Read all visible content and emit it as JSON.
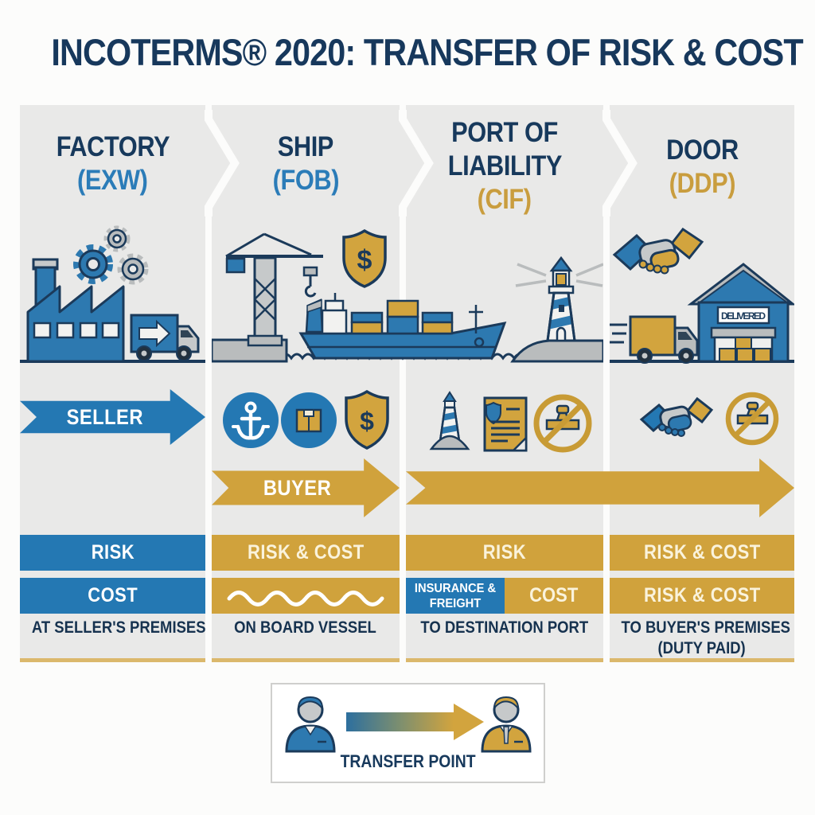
{
  "title": {
    "part1": "INCOTERMS® 2020:",
    "part2": " TRANSFER OF RISK & COST"
  },
  "glyphs": {
    "dollar": "$"
  },
  "colors": {
    "blue": "#2478b3",
    "gold": "#d0a23c",
    "navy": "#1b3a5a",
    "panel": "#e9e9e8",
    "cream": "#faf3dc"
  },
  "delivered_sign": "DELIVERED",
  "columns": [
    {
      "name": "FACTORY",
      "code": "(EXW)",
      "code_color": "blue",
      "scene_icons": [
        "factory-icon",
        "gears-icon",
        "cargo-truck-icon"
      ],
      "arrow": {
        "label": "SELLER",
        "color": "blue"
      },
      "bars": [
        {
          "label": "RISK",
          "style": "blue"
        },
        {
          "label": "COST",
          "style": "blue"
        }
      ],
      "caption": "AT SELLER'S PREMISES"
    },
    {
      "name": "SHIP",
      "code": "(FOB)",
      "code_color": "blue",
      "scene_icons": [
        "harbor-crane-icon",
        "dollar-shield-icon",
        "cargo-ship-icon",
        "water-waves-icon"
      ],
      "mid_icons": [
        "anchor-icon",
        "package-icon",
        "dollar-shield-icon"
      ],
      "arrow": {
        "label": "BUYER",
        "color": "gold"
      },
      "bars": [
        {
          "label": "RISK & COST",
          "style": "gold"
        },
        {
          "label": "",
          "style": "gold",
          "wavy": true
        }
      ],
      "caption": "ON BOARD VESSEL"
    },
    {
      "name": "PORT OF",
      "name2": "LIABILITY",
      "code": "(CIF)",
      "code_color": "gold",
      "scene_icons": [
        "cargo-ship-icon",
        "lighthouse-icon",
        "headland-icon"
      ],
      "mid_icons": [
        "lighthouse-icon",
        "insurance-document-icon",
        "no-stamp-icon"
      ],
      "arrow": {
        "label": "",
        "color": "gold"
      },
      "bars": [
        {
          "label": "RISK",
          "style": "gold"
        },
        {
          "split": [
            {
              "label": "INSURANCE & FREIGHT",
              "style": "blue"
            },
            {
              "label": "COST",
              "style": "gold"
            }
          ]
        }
      ],
      "caption": "TO DESTINATION PORT"
    },
    {
      "name": "DOOR",
      "code": "(DDP)",
      "code_color": "gold",
      "scene_icons": [
        "handshake-icon",
        "delivered-warehouse-icon",
        "delivery-truck-icon",
        "boxes-icon"
      ],
      "mid_icons": [
        "handshake-icon",
        "no-stamp-icon"
      ],
      "bars": [
        {
          "label": "RISK & COST",
          "style": "gold"
        },
        {
          "label": "RISK & COST",
          "style": "gold"
        }
      ],
      "caption": "TO BUYER'S PREMISES",
      "caption2": "(DUTY PAID)"
    }
  ],
  "legend": {
    "label": "TRANSFER POINT",
    "icons": [
      "seller-person-icon",
      "gradient-transfer-arrow-icon",
      "buyer-person-icon"
    ]
  }
}
